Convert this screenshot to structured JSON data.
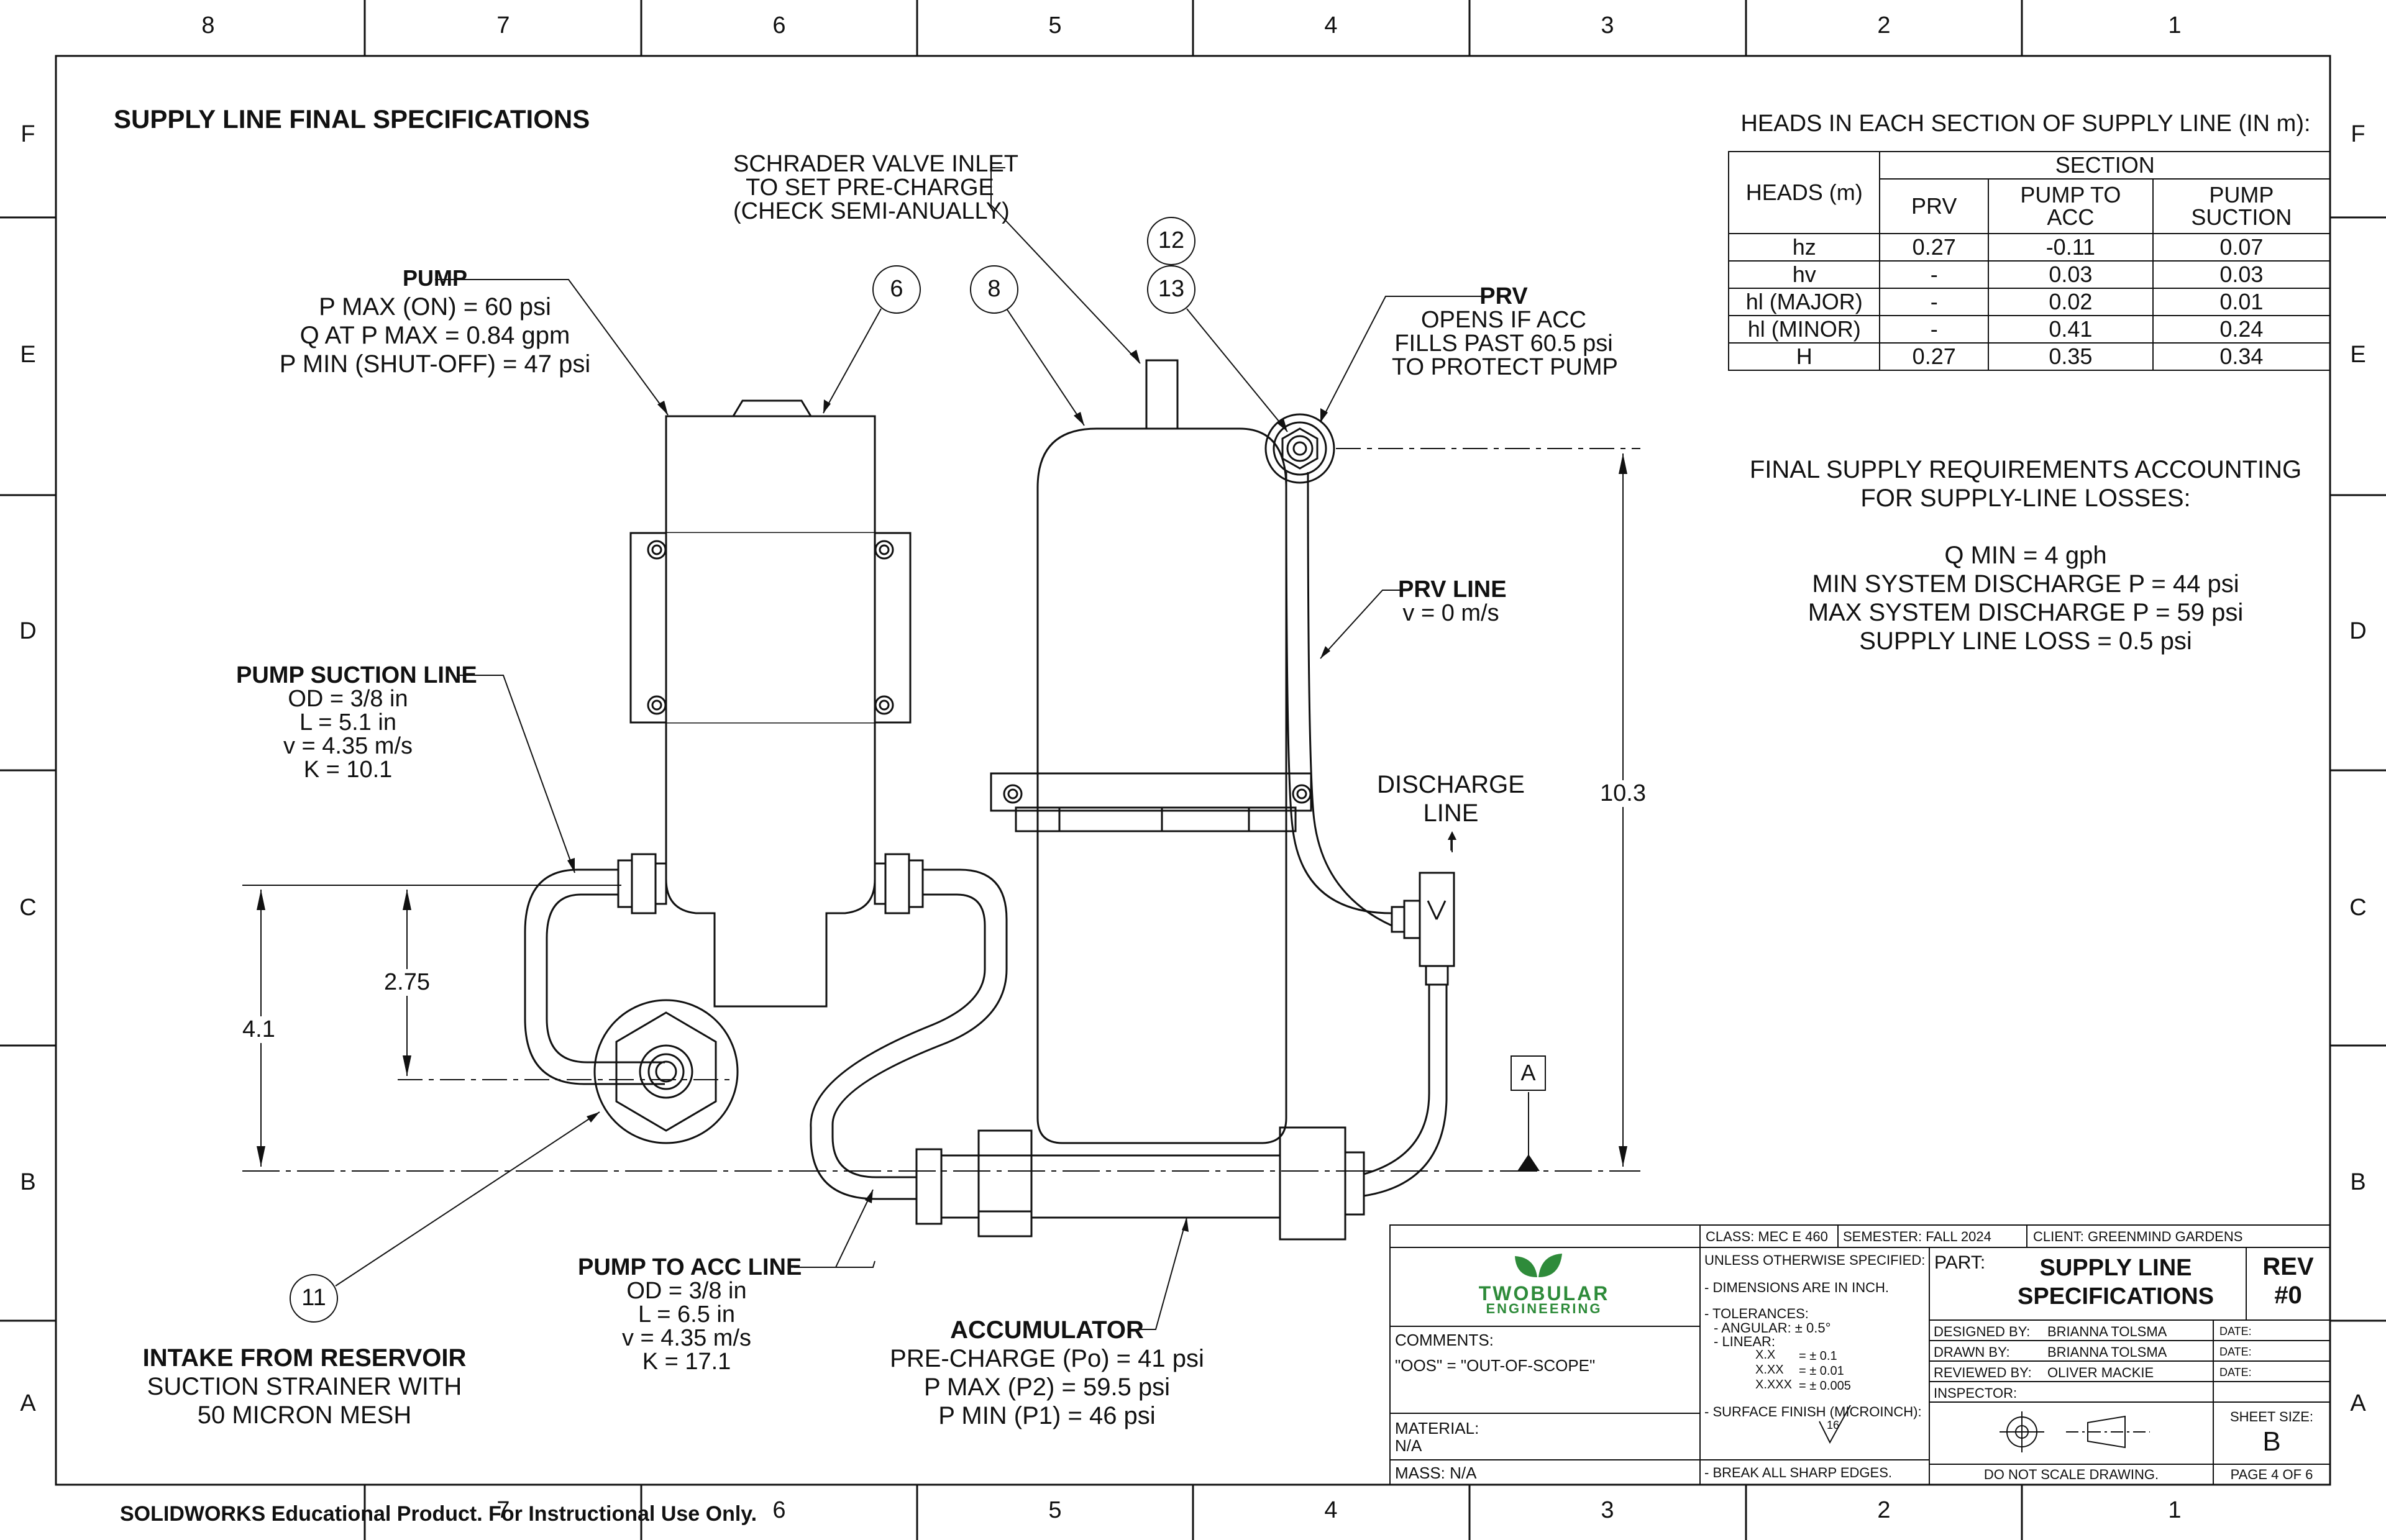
{
  "sheet": {
    "zones_top": [
      "8",
      "7",
      "6",
      "5",
      "4",
      "3",
      "2",
      "1"
    ],
    "zones_side": [
      "F",
      "E",
      "D",
      "C",
      "B",
      "A"
    ],
    "title": "SUPPLY LINE FINAL SPECIFICATIONS",
    "watermark": "SOLIDWORKS Educational Product. For Instructional Use Only."
  },
  "callouts": {
    "schrader": [
      "SCHRADER VALVE INLET",
      "TO SET PRE-CHARGE",
      "(CHECK SEMI-ANUALLY)"
    ],
    "pump": {
      "title": "PUMP",
      "lines": [
        "P MAX (ON) = 60 psi",
        "Q AT P MAX = 0.84 gpm",
        "P MIN (SHUT-OFF) = 47 psi"
      ]
    },
    "prv": {
      "title": "PRV",
      "lines": [
        "OPENS IF ACC",
        "FILLS PAST 60.5 psi",
        "TO PROTECT PUMP"
      ]
    },
    "prv_line": {
      "title": "PRV LINE",
      "lines": [
        "v = 0 m/s"
      ]
    },
    "pump_suction": {
      "title": "PUMP SUCTION LINE",
      "lines": [
        "OD = 3/8 in",
        "L = 5.1 in",
        "v = 4.35 m/s",
        "K = 10.1"
      ]
    },
    "discharge": [
      "DISCHARGE",
      "LINE",
      "↑"
    ],
    "pump_to_acc": {
      "title": "PUMP TO ACC LINE",
      "lines": [
        "OD = 3/8 in",
        "L = 6.5 in",
        "v = 4.35 m/s",
        "K = 17.1"
      ]
    },
    "accumulator": {
      "title": "ACCUMULATOR",
      "lines": [
        "PRE-CHARGE (Po) = 41 psi",
        "P MAX (P2) = 59.5 psi",
        "P MIN (P1) = 46 psi"
      ]
    },
    "intake": {
      "title": "INTAKE FROM RESERVOIR",
      "lines": [
        "SUCTION STRAINER WITH",
        "50 MICRON MESH"
      ]
    },
    "balloons": [
      "6",
      "8",
      "12",
      "13",
      "11"
    ],
    "dims": {
      "d1": "2.75",
      "d2": "4.1",
      "d3": "10.3"
    },
    "datum": "A"
  },
  "heads_table": {
    "caption": "HEADS IN EACH SECTION OF SUPPLY LINE (IN m):",
    "row_header": "HEADS (m)",
    "group_header": "SECTION",
    "columns": [
      "PRV",
      "PUMP TO ACC",
      "PUMP SUCTION"
    ],
    "rows": [
      {
        "name": "hz",
        "values": [
          "0.27",
          "-0.11",
          "0.07"
        ]
      },
      {
        "name": "hv",
        "values": [
          "-",
          "0.03",
          "0.03"
        ]
      },
      {
        "name": "hl (MAJOR)",
        "values": [
          "-",
          "0.02",
          "0.01"
        ]
      },
      {
        "name": "hl (MINOR)",
        "values": [
          "-",
          "0.41",
          "0.24"
        ]
      },
      {
        "name": "H",
        "values": [
          "0.27",
          "0.35",
          "0.34"
        ]
      }
    ]
  },
  "requirements": {
    "heading": [
      "FINAL SUPPLY REQUIREMENTS ACCOUNTING",
      "FOR SUPPLY-LINE LOSSES:"
    ],
    "lines": [
      "Q MIN = 4 gph",
      "MIN SYSTEM DISCHARGE P = 44 psi",
      "MAX SYSTEM DISCHARGE P = 59 psi",
      "SUPPLY LINE LOSS = 0.5 psi"
    ]
  },
  "title_block": {
    "class": "CLASS: MEC E 460",
    "semester": "SEMESTER: FALL 2024",
    "client": "CLIENT: GREENMIND GARDENS",
    "logo_line1": "TWOBULAR",
    "logo_line2": "ENGINEERING",
    "logo_color": "#2e8b3a",
    "comments_label": "COMMENTS:",
    "comments": "\"OOS\" = \"OUT-OF-SCOPE\"",
    "material_label": "MATERIAL:",
    "material": "N/A",
    "mass": "MASS: N/A",
    "unless": "UNLESS OTHERWISE SPECIFIED:",
    "dims_inch": "- DIMENSIONS ARE IN INCH.",
    "tolerances": "- TOLERANCES:",
    "angular": "- ANGULAR: ± 0.5°",
    "linear": "- LINEAR:",
    "tol_x": [
      "X.X",
      "= ± 0.1"
    ],
    "tol_xx": [
      "X.XX",
      "= ± 0.01"
    ],
    "tol_xxx": [
      "X.XXX",
      "= ± 0.005"
    ],
    "surface": "- SURFACE FINISH (MICROINCH):",
    "surface_val": "16",
    "edges": "- BREAK ALL SHARP EDGES.",
    "part_label": "PART:",
    "part_name": [
      "SUPPLY LINE",
      "SPECIFICATIONS"
    ],
    "rev_label": "REV",
    "rev": "#0",
    "designed_by_label": "DESIGNED BY:",
    "designed_by": "BRIANNA TOLSMA",
    "drawn_by_label": "DRAWN BY:",
    "drawn_by": "BRIANNA TOLSMA",
    "reviewed_by_label": "REVIEWED BY:",
    "reviewed_by": "OLIVER MACKIE",
    "inspector_label": "INSPECTOR:",
    "date_label": "DATE:",
    "sheet_size_label": "SHEET SIZE:",
    "sheet_size": "B",
    "no_scale": "DO NOT SCALE DRAWING.",
    "page": "PAGE 4 OF 6"
  }
}
